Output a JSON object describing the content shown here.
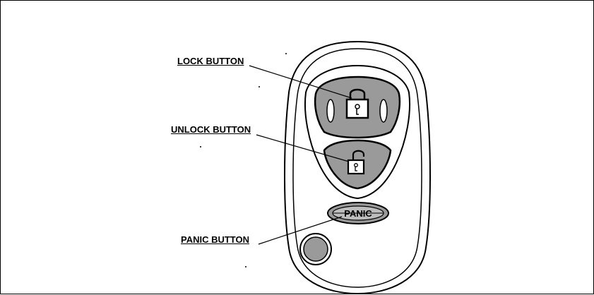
{
  "labels": {
    "lock": "LOCK BUTTON",
    "unlock": "UNLOCK BUTTON",
    "panic": "PANIC BUTTON"
  },
  "buttons": {
    "panic_text": "PANIC"
  }
}
